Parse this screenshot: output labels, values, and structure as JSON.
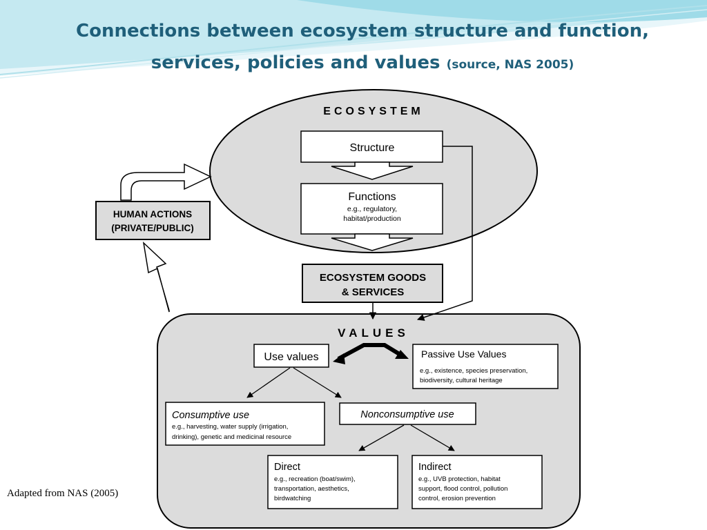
{
  "slide": {
    "title_line1": "Connections between ecosystem structure and function,",
    "title_line2": "services, policies and values",
    "title_source": "(source, NAS 2005)",
    "caption": "Adapted from NAS (2005)"
  },
  "diagram": {
    "ecosystem_label": "ECOSYSTEM",
    "structure": "Structure",
    "functions": "Functions",
    "functions_eg1": "e.g., regulatory,",
    "functions_eg2": "habitat/production",
    "goods_services_1": "ECOSYSTEM GOODS",
    "goods_services_2": "& SERVICES",
    "human_actions_1": "HUMAN ACTIONS",
    "human_actions_2": "(PRIVATE/PUBLIC)",
    "values_label": "VALUES",
    "use_values": "Use values",
    "passive_use": "Passive Use Values",
    "passive_eg1": "e.g., existence, species preservation,",
    "passive_eg2": "biodiversity, cultural heritage",
    "consumptive": "Consumptive use",
    "consumptive_eg1": "e.g., harvesting, water supply (irrigation,",
    "consumptive_eg2": "drinking), genetic and medicinal resource",
    "nonconsumptive": "Nonconsumptive use",
    "direct": "Direct",
    "direct_eg1": "e.g., recreation (boat/swim),",
    "direct_eg2": "transportation, aesthetics,",
    "direct_eg3": "birdwatching",
    "indirect": "Indirect",
    "indirect_eg1": "e.g., UVB protection, habitat",
    "indirect_eg2": "support, flood control, pollution",
    "indirect_eg3": "control, erosion prevention"
  },
  "colors": {
    "title": "#1f5f7a",
    "accent": "#8fd3e0",
    "panel_fill": "#dcdcdc",
    "box_fill": "#ffffff",
    "stroke": "#000000"
  }
}
